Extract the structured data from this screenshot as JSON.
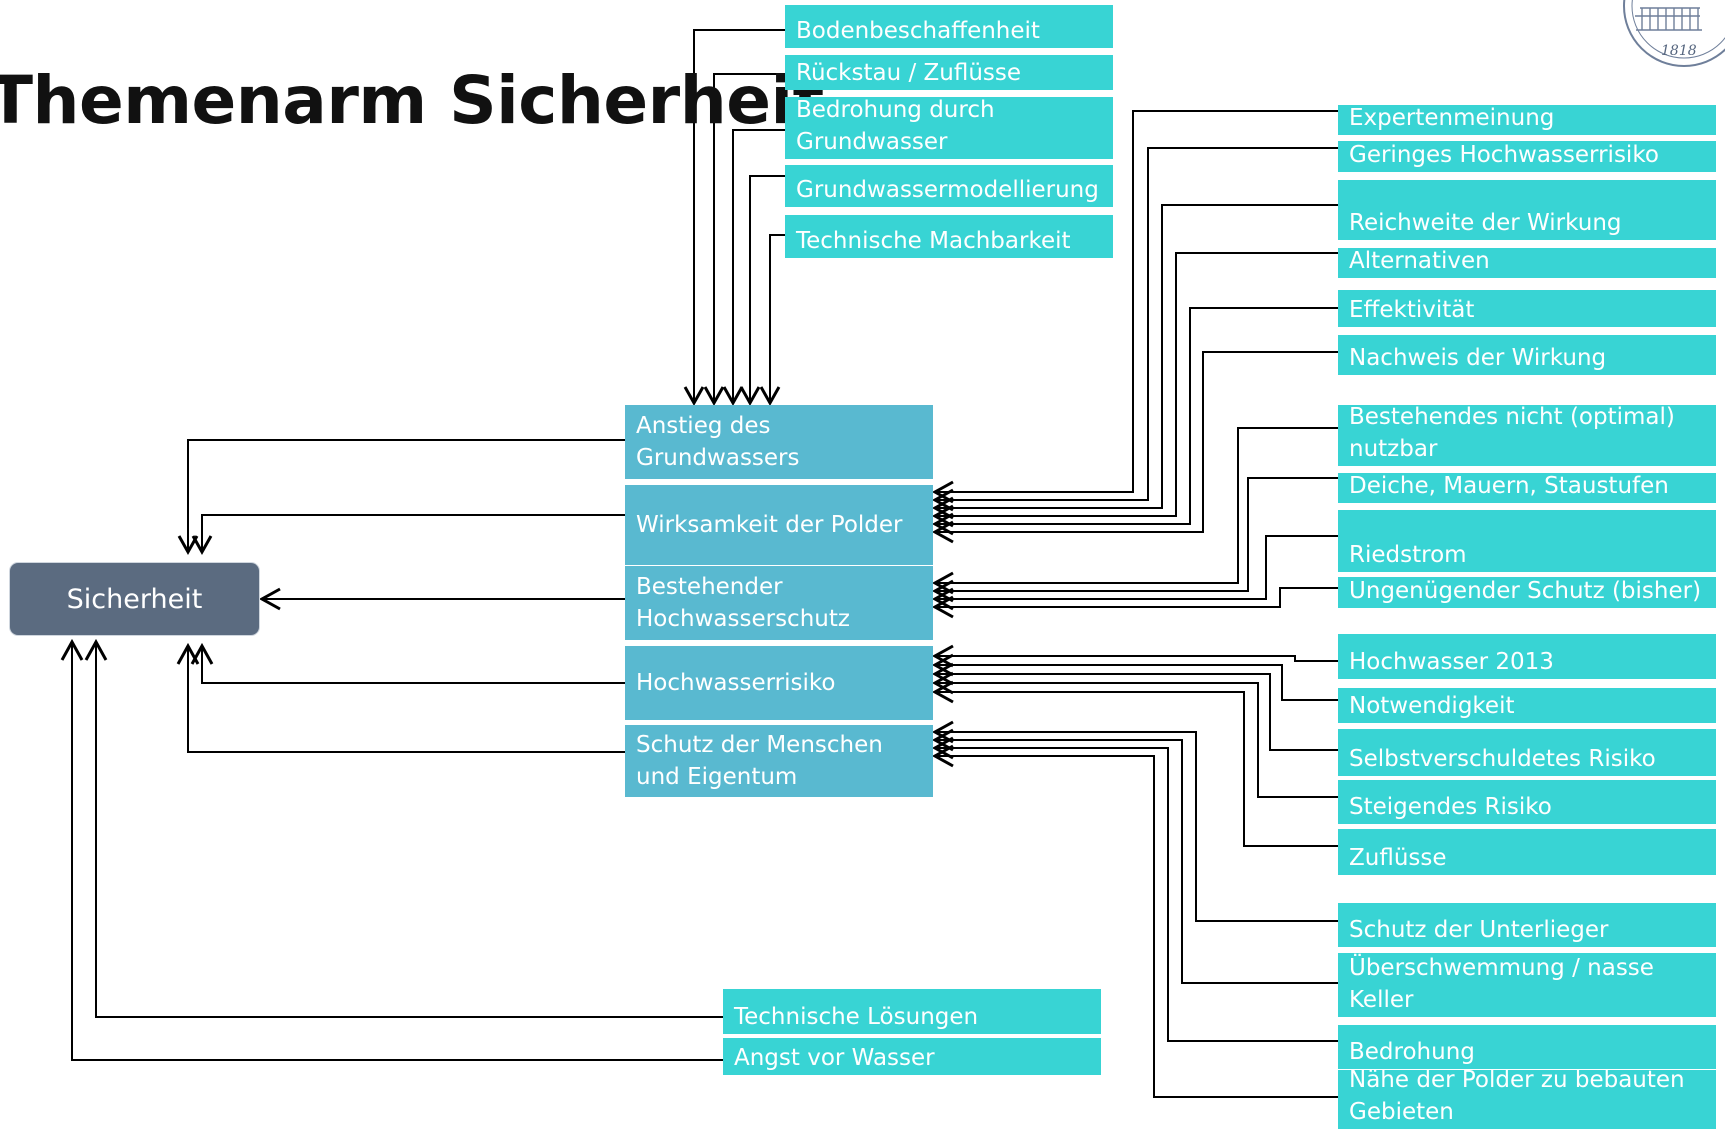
{
  "title": "Themenarm Sicherheit",
  "root": "Sicherheit",
  "middle": [
    {
      "id": "m1",
      "label": "Anstieg des Grundwassers"
    },
    {
      "id": "m2",
      "label": "Wirksamkeit der Polder"
    },
    {
      "id": "m3",
      "label": "Bestehender Hochwasserschutz"
    },
    {
      "id": "m4",
      "label": "Hochwasserrisiko"
    },
    {
      "id": "m5",
      "label": "Schutz der Menschen und Eigentum"
    }
  ],
  "top_leaves": [
    "Bodenbeschaffenheit",
    "Rückstau / Zuflüsse",
    "Bedrohung durch Grundwasser",
    "Grundwassermodellierung",
    "Technische Machbarkeit"
  ],
  "right_leaves": [
    "Expertenmeinung",
    "Geringes Hochwasserrisiko",
    "Reichweite der Wirkung",
    "Alternativen",
    "Effektivität",
    "Nachweis der Wirkung",
    "Bestehendes nicht (optimal) nutzbar",
    "Deiche, Mauern, Staustufen",
    "Riedstrom",
    "Ungenügender Schutz (bisher)",
    "Hochwasser 2013",
    "Notwendigkeit",
    "Selbstverschuldetes Risiko",
    "Steigendes Risiko",
    "Zuflüsse",
    "Schutz der Unterlieger",
    "Überschwemmung / nasse Keller",
    "Bedrohung",
    "Nähe der Polder zu bebauten Gebieten"
  ],
  "bottom_leaves": [
    "Technische Lösungen",
    "Angst vor Wasser"
  ],
  "logo_year": "1818",
  "colors": {
    "leaf": "#38d4d4",
    "middle": "#59b9d0",
    "root": "#5b6b80",
    "line": "#000000"
  }
}
